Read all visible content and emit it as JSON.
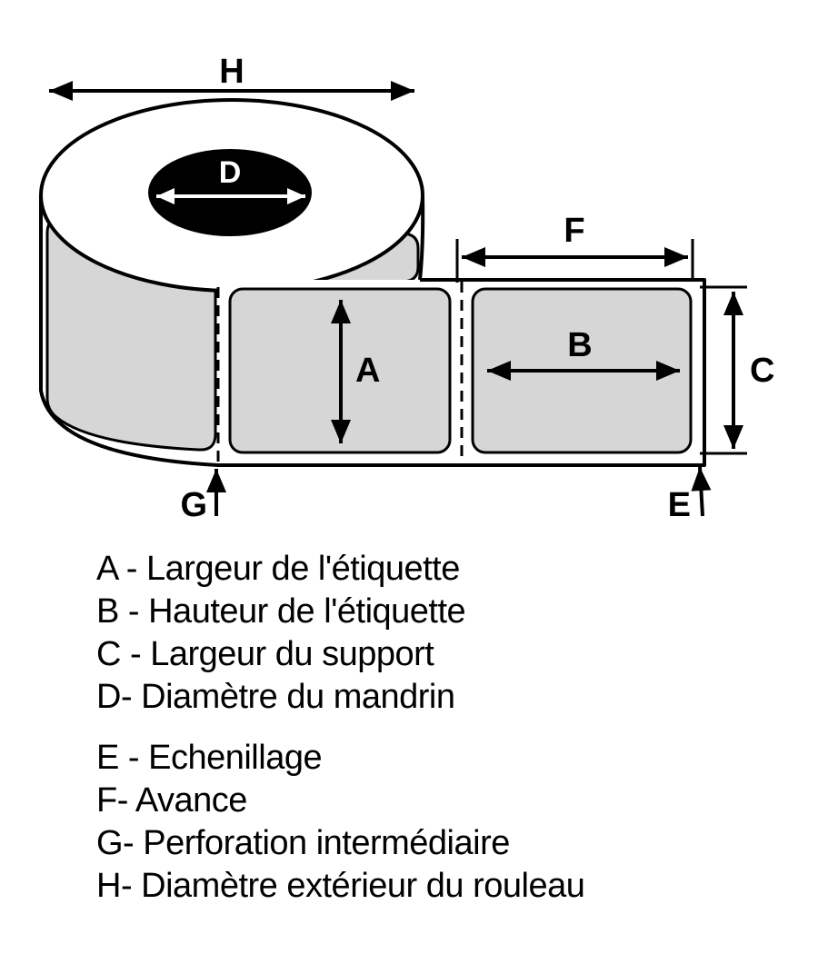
{
  "diagram": {
    "dim_labels": {
      "A": "A",
      "B": "B",
      "C": "C",
      "D": "D",
      "E": "E",
      "F": "F",
      "G": "G",
      "H": "H"
    },
    "colors": {
      "ink": "#000000",
      "label_fill": "#d6d6d6",
      "core_fill": "#000000",
      "paper_fill": "#ffffff",
      "arrow_on_core": "#ffffff"
    }
  },
  "legend": {
    "items": [
      "A - Largeur de l'étiquette",
      "B - Hauteur de l'étiquette",
      "C - Largeur du support",
      "D- Diamètre du mandrin",
      "E - Echenillage",
      "F- Avance",
      "G- Perforation intermédiaire",
      "H- Diamètre extérieur du rouleau"
    ]
  }
}
